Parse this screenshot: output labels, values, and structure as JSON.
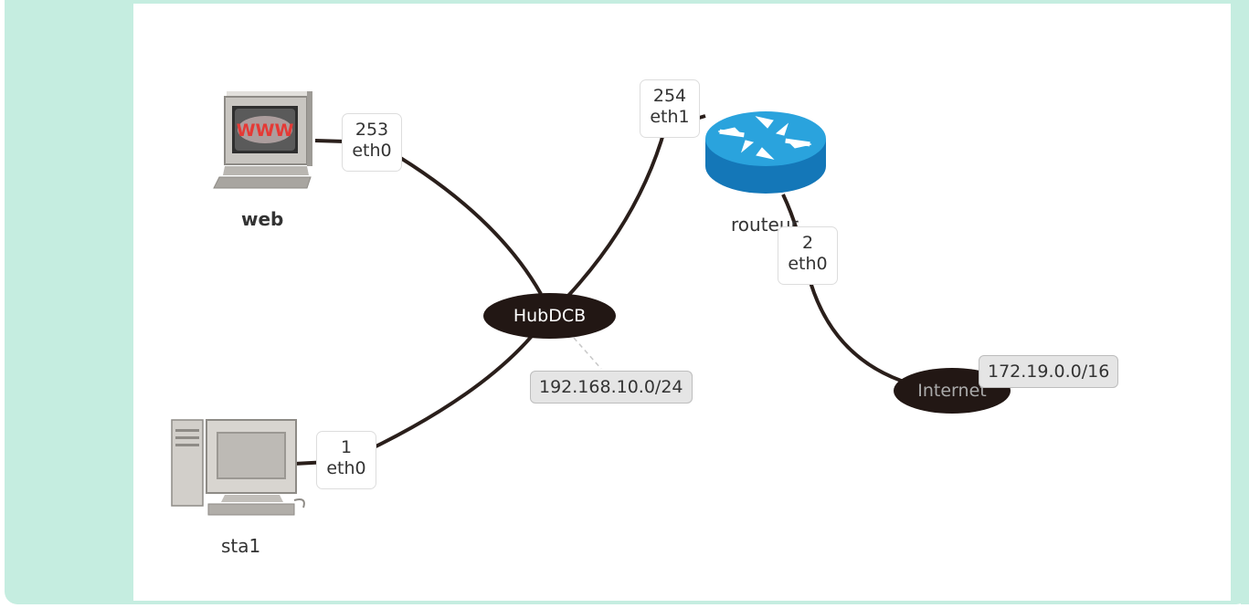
{
  "nodes": {
    "web": {
      "label": "web",
      "interface": {
        "ip": "253",
        "name": "eth0"
      }
    },
    "sta1": {
      "label": "sta1",
      "interface": {
        "ip": "1",
        "name": "eth0"
      }
    },
    "routeur": {
      "label": "routeur",
      "interfaces": [
        {
          "ip": "254",
          "name": "eth1"
        },
        {
          "ip": "2",
          "name": "eth0"
        }
      ]
    }
  },
  "networks": {
    "hub": {
      "name": "HubDCB",
      "subnet": "192.168.10.0/24"
    },
    "internet": {
      "name": "Internet",
      "subnet": "172.19.0.0/16"
    }
  },
  "colors": {
    "background": "#c5ede0",
    "link": "#2a1f1b",
    "network": "#221714",
    "router": "#1a8fc9"
  },
  "icons": {
    "web": "web-server-icon",
    "sta1": "desktop-computer-icon",
    "routeur": "router-icon"
  }
}
